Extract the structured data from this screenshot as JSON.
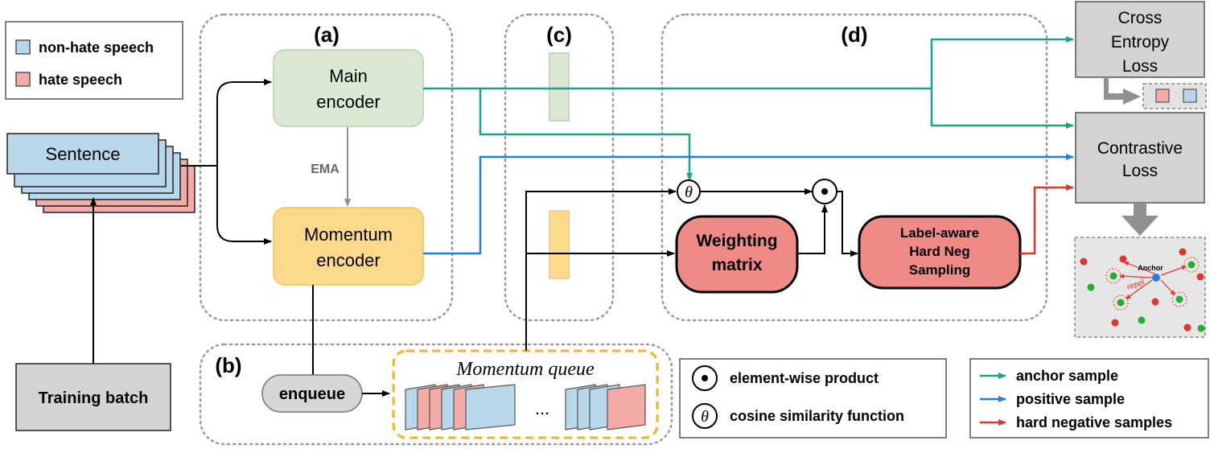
{
  "legend_class": {
    "items": [
      {
        "label": "non-hate speech",
        "color": "#b9d7ea"
      },
      {
        "label": "hate speech",
        "color": "#f4aaa6"
      }
    ]
  },
  "input": {
    "sentence": "Sentence",
    "training_batch": "Training batch"
  },
  "sections": {
    "a": "(a)",
    "b": "(b)",
    "c": "(c)",
    "d": "(d)"
  },
  "encoders": {
    "main_line1": "Main",
    "main_line2": "encoder",
    "ema": "EMA",
    "momentum_line1": "Momentum",
    "momentum_line2": "encoder"
  },
  "queue": {
    "enqueue": "enqueue",
    "title": "Momentum queue",
    "ellipsis": "..."
  },
  "symbols": {
    "theta": "θ",
    "odot": "⊙"
  },
  "weighting": {
    "line1": "Weighting",
    "line2": "matrix"
  },
  "sampling": {
    "line1": "Label-aware",
    "line2": "Hard Neg",
    "line3": "Sampling"
  },
  "losses": {
    "ce_line1": "Cross",
    "ce_line2": "Entropy",
    "ce_line3": "Loss",
    "con_line1": "Contrastive",
    "con_line2": "Loss"
  },
  "scatter": {
    "anchor": "Anchor",
    "repel": "repel"
  },
  "legend_ops": {
    "product": "element-wise product",
    "cosine": "cosine similarity function"
  },
  "legend_arrows": {
    "items": [
      {
        "label": "anchor sample",
        "color": "#1aa38a"
      },
      {
        "label": "positive sample",
        "color": "#1f7fe0"
      },
      {
        "label": "hard negative samples",
        "color": "#e0352b"
      }
    ]
  },
  "colors": {
    "blue_fill": "#b9d7ea",
    "red_fill": "#f4aaa6",
    "green_enc": "#dbe8d4",
    "yellow_enc": "#fcd98b",
    "weight_fill": "#f08a86",
    "grey_box": "#d3d3d3",
    "anchor_arrow": "#1aa38a",
    "positive_arrow": "#1f7fe0",
    "negative_arrow": "#e0352b",
    "queue_border": "#f0b325"
  }
}
